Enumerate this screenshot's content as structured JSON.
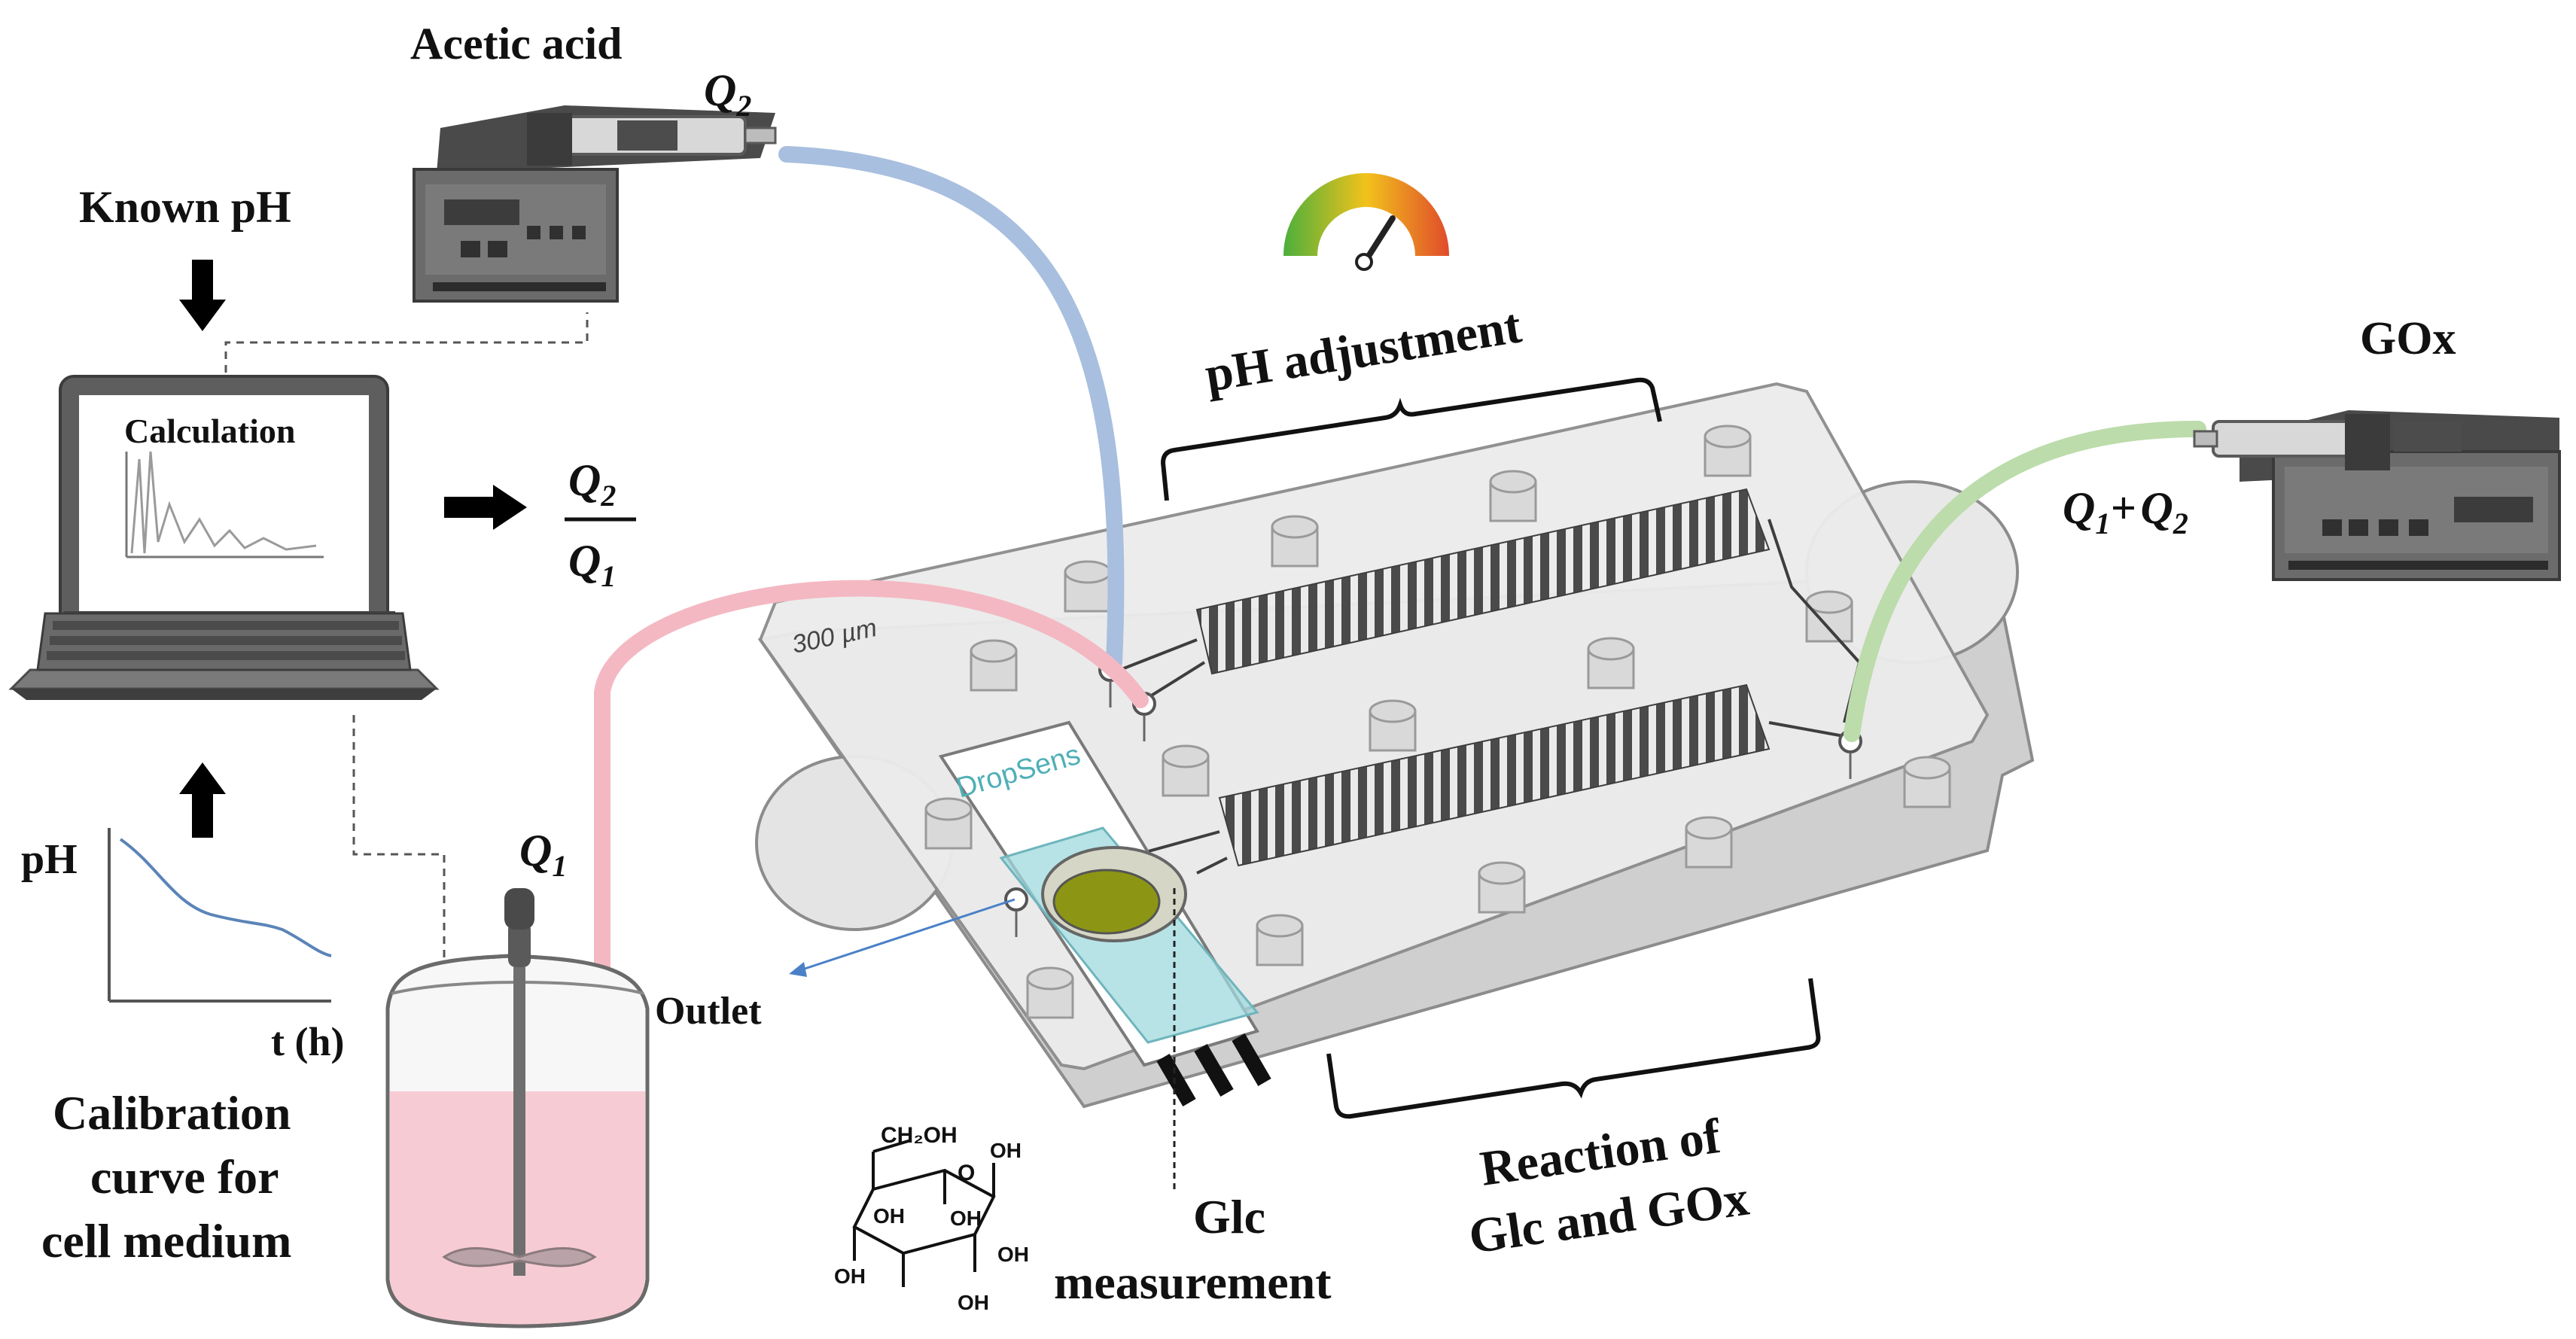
{
  "labels": {
    "acetic_acid": "Acetic acid",
    "known_ph": "Known pH",
    "calculation": "Calculation",
    "ph_adjustment": "pH adjustment",
    "gox": "GOx",
    "outlet": "Outlet",
    "calibration_line1": "Calibration",
    "calibration_line2": "curve for",
    "calibration_line3": "cell medium",
    "reaction_line1": "Reaction of",
    "reaction_line2": "Glc and GOx",
    "glc_line1": "Glc",
    "glc_line2": "measurement",
    "chip_engraving": "300 µm",
    "electrode_brand": "DropSens"
  },
  "flow_labels": {
    "q_symbol": "Q",
    "sub_1": "1",
    "sub_2": "2",
    "plus": "+"
  },
  "plot": {
    "ylabel": "pH",
    "xlabel": "t (h)"
  },
  "glucose_labels": {
    "ch2oh": "CH₂OH",
    "o": "O",
    "oh": "OH"
  },
  "colors": {
    "q1_tube": "#f4b8c3",
    "q2_tube": "#a8bfdf",
    "gox_tube": "#bcdcab",
    "medium": "#f7cbd3",
    "glucose_drop": "#8d9614",
    "electrode_strip": "#9fd9de"
  }
}
